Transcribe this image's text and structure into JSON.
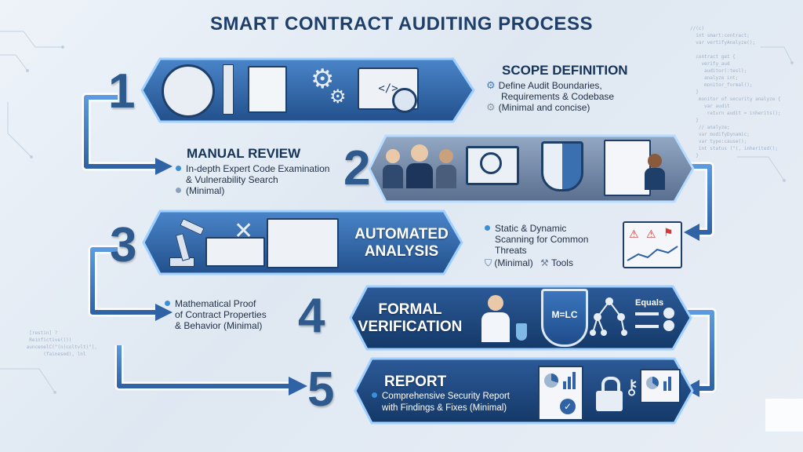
{
  "title": "SMART CONTRACT AUDITING PROCESS",
  "steps": [
    {
      "number": "1",
      "title": "SCOPE DEFINITION",
      "desc_lines": [
        "Define Audit Boundaries,",
        "Requirements & Codebase"
      ],
      "note": "(Minimal and concise)"
    },
    {
      "number": "2",
      "title": "MANUAL REVIEW",
      "desc_lines": [
        "In-depth Expert Code Examination",
        "& Vulnerability Search"
      ],
      "note": "(Minimal)"
    },
    {
      "number": "3",
      "title_lines": [
        "AUTOMATED",
        "ANALYSIS"
      ],
      "desc_lines": [
        "Static & Dynamic",
        "Scanning for Common",
        "Threats"
      ],
      "note": "(Minimal)",
      "tools_label": "Tools"
    },
    {
      "number": "4",
      "title_lines": [
        "FORMAL",
        "VERIFICATION"
      ],
      "desc_lines": [
        "Mathematical Proof",
        "of Contract Properties",
        "& Behavior (Minimal)"
      ],
      "equals_label": "Equals",
      "shield_text": "M=LC"
    },
    {
      "number": "5",
      "title": "REPORT",
      "desc_lines": [
        "Comprehensive Security Report",
        "with Findings & Fixes (Minimal)"
      ]
    }
  ],
  "colors": {
    "title": "#1f3f6b",
    "banner_blue": "#2f66a8",
    "banner_gray": "#7489a8",
    "banner_navy": "#1e4680",
    "accent": "#3c8fd6"
  }
}
